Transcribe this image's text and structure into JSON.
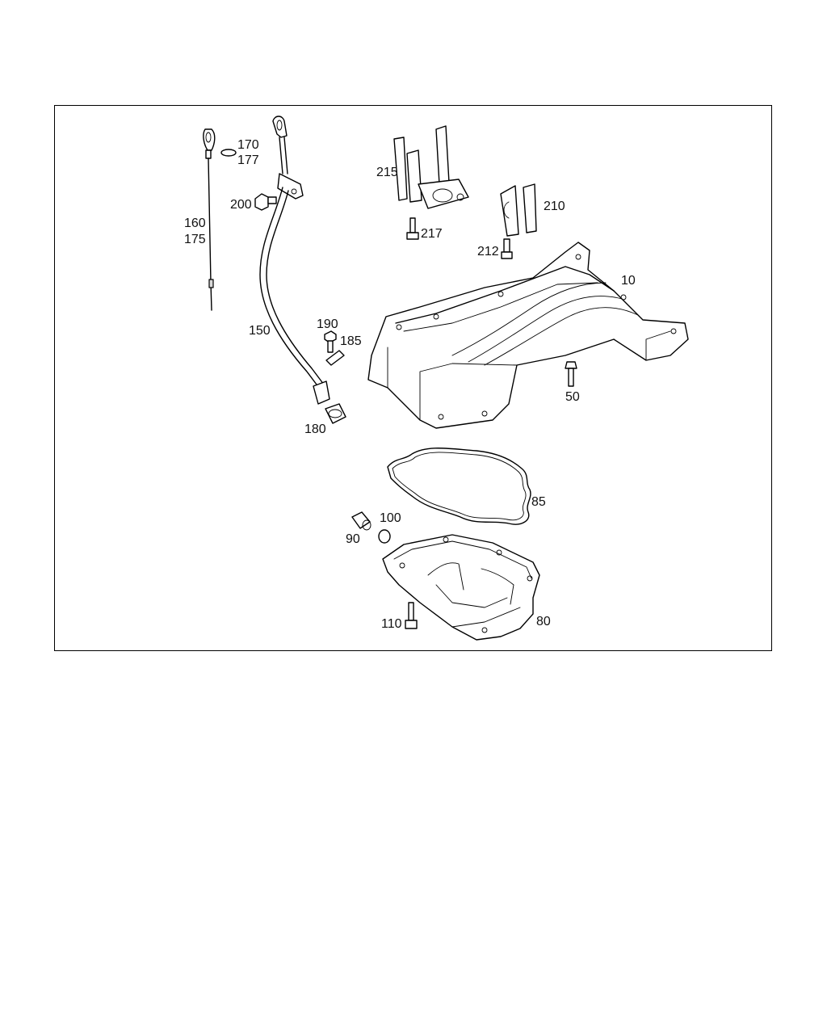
{
  "diagram": {
    "callouts": {
      "c10": "10",
      "c50": "50",
      "c80": "80",
      "c85": "85",
      "c90": "90",
      "c100": "100",
      "c110": "110",
      "c150": "150",
      "c160": "160",
      "c170": "170",
      "c175": "175",
      "c177": "177",
      "c180": "180",
      "c185": "185",
      "c190": "190",
      "c200": "200",
      "c210": "210",
      "c212": "212",
      "c215": "215",
      "c217": "217"
    }
  }
}
